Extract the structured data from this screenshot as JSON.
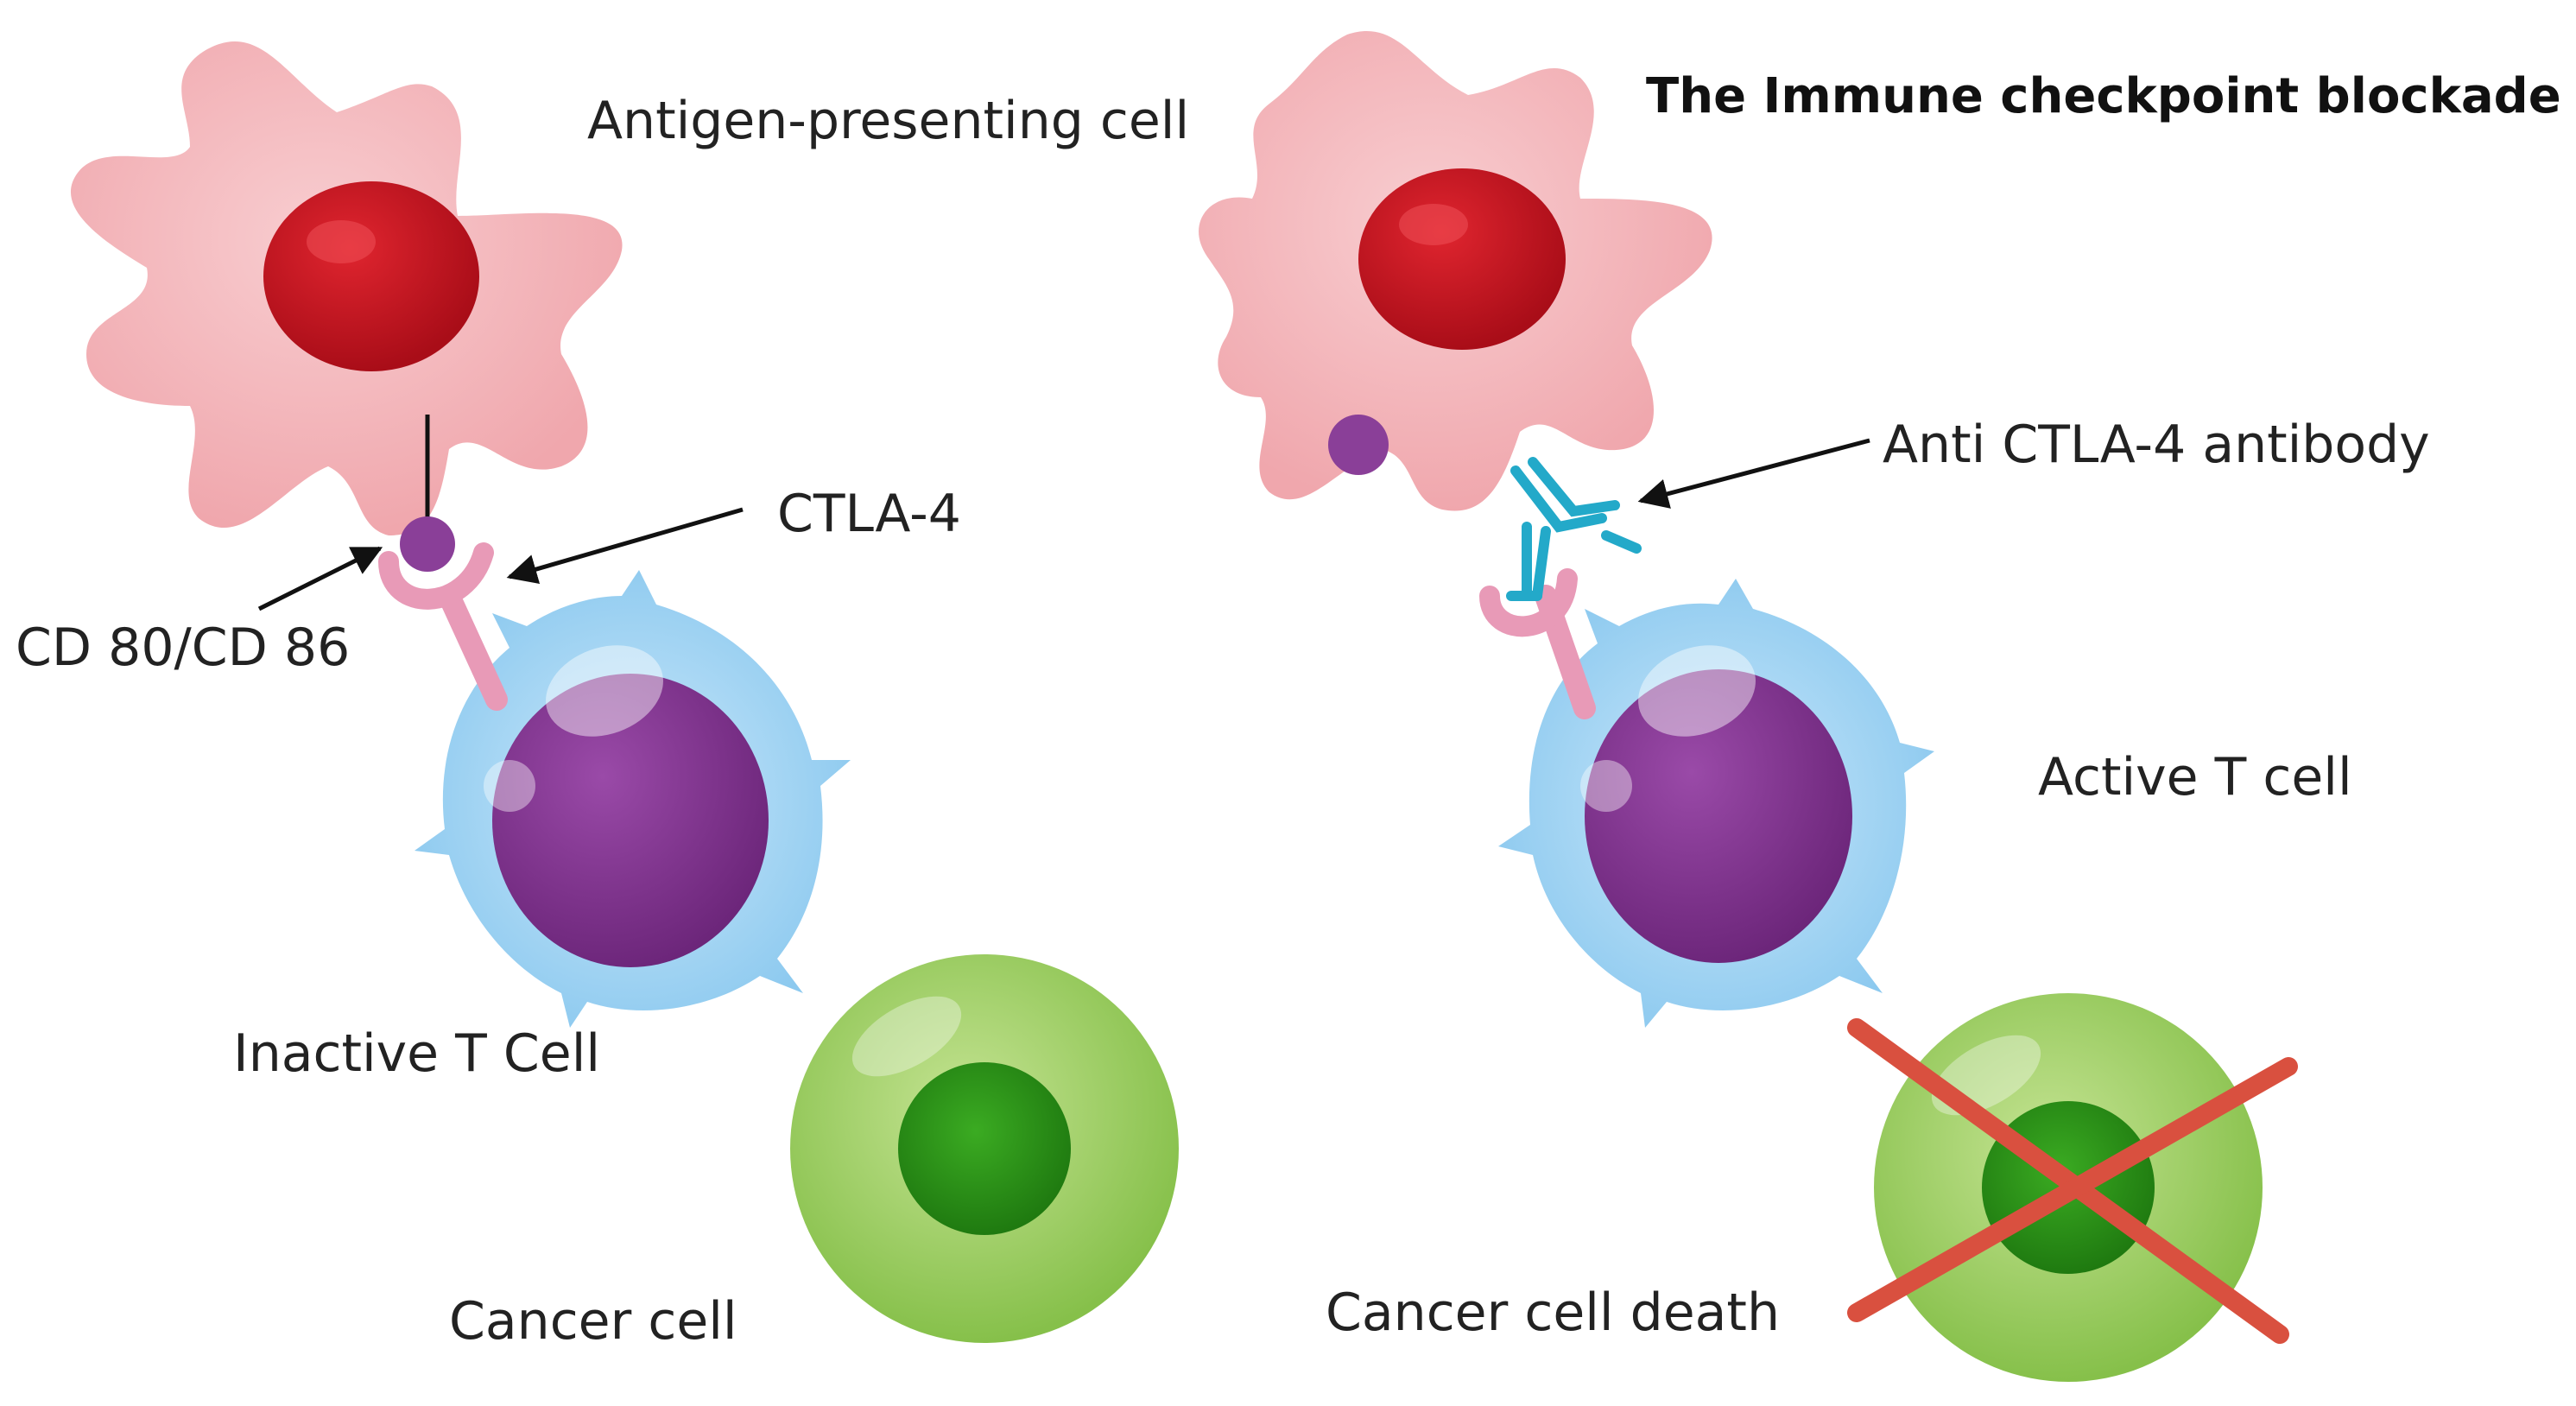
{
  "labels": {
    "apc": "Antigen-presenting cell",
    "title": "The Immune checkpoint blockade",
    "ctla4": "CTLA-4",
    "cd80_86": "CD 80/CD 86",
    "inactive_t": "Inactive T Cell",
    "cancer_cell": "Cancer cell",
    "anti_ctla4": "Anti CTLA-4 antibody",
    "active_t": "Active T cell",
    "cancer_death": "Cancer cell death"
  },
  "colors": {
    "apc_body": "#f4b9bd",
    "apc_nucleus": "#c8131f",
    "ligand": "#8a3f98",
    "receptor": "#e89ab7",
    "t_membrane": "#9ed2f2",
    "t_nucleus": "#7a3188",
    "cancer_body": "#9ccf5e",
    "cancer_nucleus": "#2a8f16",
    "antibody": "#23a9c9",
    "cross": "#d9503f",
    "arrow": "#111111"
  }
}
